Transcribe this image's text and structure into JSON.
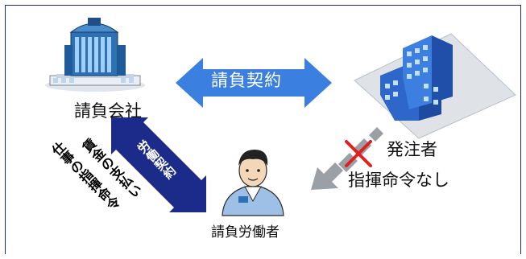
{
  "labels": {
    "company": "請負会社",
    "client": "発注者",
    "worker": "請負労働者",
    "contract": "請負契約",
    "labor_contract": "労働契約",
    "no_direction": "指揮命令なし",
    "left_col1": "仕事の指揮命令",
    "left_col2": "賃金の支払い"
  },
  "icons": {
    "company": "company-building-icon",
    "client": "client-building-icon",
    "worker": "worker-person-icon"
  },
  "colors": {
    "border": "#1f2a7a",
    "contract_arrow": "#3b7fe0",
    "labor_arrow": "#1c2a8a",
    "cross": "#e02020",
    "gray_arrow": "#9aa0a6"
  }
}
